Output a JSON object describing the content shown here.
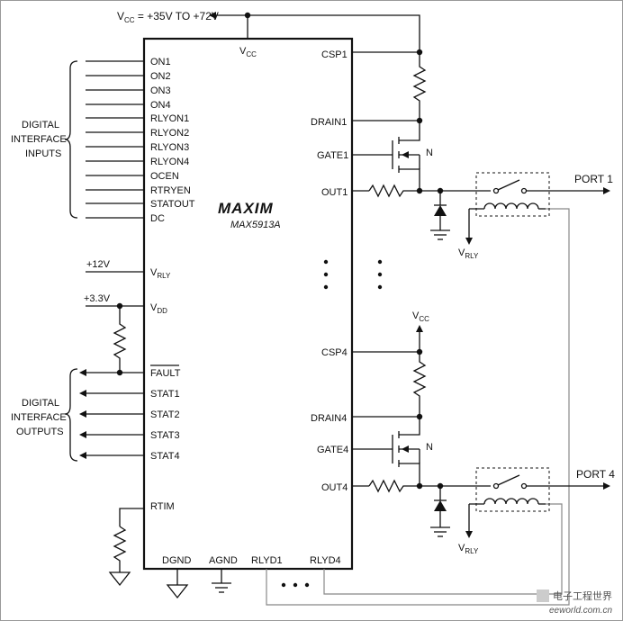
{
  "supply": {
    "vcc_main": "V",
    "vcc_sub": "CC",
    "vcc_range": " = +35V TO +72V"
  },
  "chip": {
    "logo": "MAXIM",
    "part": "MAX5913A",
    "vcc_pin": "V",
    "vcc_pin_sub": "CC",
    "left_pins": [
      "ON1",
      "ON2",
      "ON3",
      "ON4",
      "RLYON1",
      "RLYON2",
      "RLYON3",
      "RLYON4",
      "OCEN",
      "RTRYEN",
      "STATOUT",
      "DC"
    ],
    "vrly_pin": "V",
    "vrly_pin_sub": "RLY",
    "vdd_pin": "V",
    "vdd_pin_sub": "DD",
    "fault_pin": "FAULT",
    "stat_pins": [
      "STAT1",
      "STAT2",
      "STAT3",
      "STAT4"
    ],
    "rtim_pin": "RTIM",
    "right_pins_ch1": [
      "CSP1",
      "DRAIN1",
      "GATE1",
      "OUT1"
    ],
    "right_pins_ch4": [
      "CSP4",
      "DRAIN4",
      "GATE4",
      "OUT4"
    ],
    "bottom_pins": [
      "DGND",
      "AGND",
      "RLYD1",
      "RLYD4"
    ]
  },
  "labels": {
    "digital_inputs": [
      "DIGITAL",
      "INTERFACE",
      "INPUTS"
    ],
    "digital_outputs": [
      "DIGITAL",
      "INTERFACE",
      "OUTPUTS"
    ],
    "plus12": "+12V",
    "plus33": "+3.3V",
    "n_label": "N",
    "port1": "PORT 1",
    "port4": "PORT 4",
    "vrly": "V",
    "vrly_sub": "RLY",
    "vcc": "V",
    "vcc_sub": "CC"
  },
  "watermark": {
    "line1": "电子工程世界",
    "line2": "eeworld.com.cn"
  }
}
